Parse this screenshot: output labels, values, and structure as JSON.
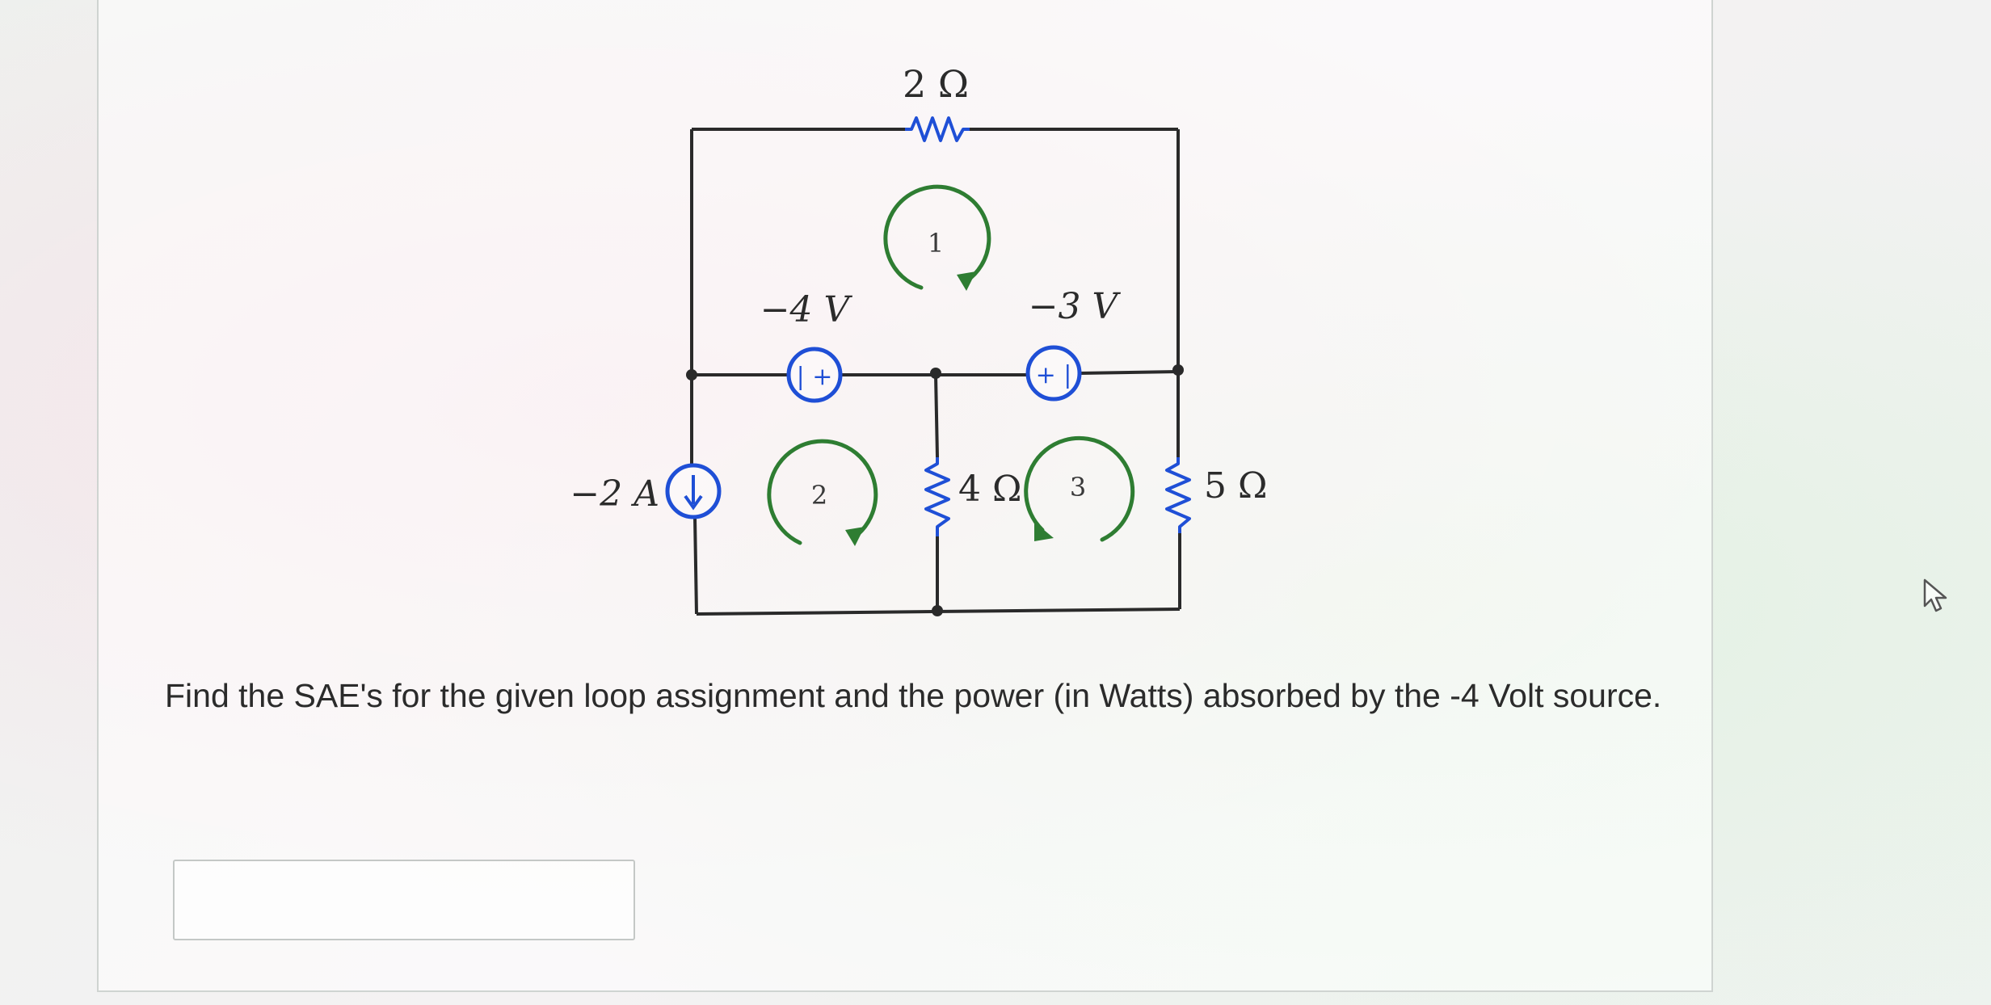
{
  "circuit": {
    "resistor_top": "2 Ω",
    "source_left_voltage": "−4 V",
    "source_right_voltage": "−3 V",
    "current_source": "−2 A",
    "resistor_middle": "4 Ω",
    "resistor_right": "5 Ω",
    "loop_1": "1",
    "loop_2": "2",
    "loop_3": "3",
    "polarity_left": "| +",
    "polarity_right": "+ |"
  },
  "question": {
    "prompt": "Find the SAE's for the given loop assignment and the power (in Watts) absorbed by the -4 Volt source."
  },
  "answer": {
    "value": "",
    "placeholder": ""
  },
  "colors": {
    "wire": "#2a2a2a",
    "source_blue": "#1f4fd6",
    "loop_green": "#2e7d32",
    "text": "#2b2b2b"
  }
}
